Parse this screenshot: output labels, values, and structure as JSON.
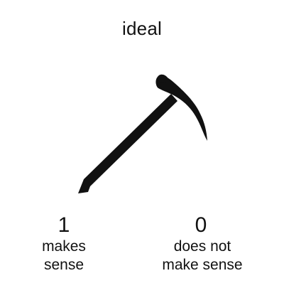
{
  "title": "ideal",
  "icon": "ice-axe-icon",
  "scale": {
    "left": {
      "value": "1",
      "label_line1": "makes",
      "label_line2": "sense"
    },
    "right": {
      "value": "0",
      "label_line1": "does not",
      "label_line2": "make sense"
    }
  },
  "colors": {
    "ink": "#111111",
    "background": "#ffffff"
  }
}
